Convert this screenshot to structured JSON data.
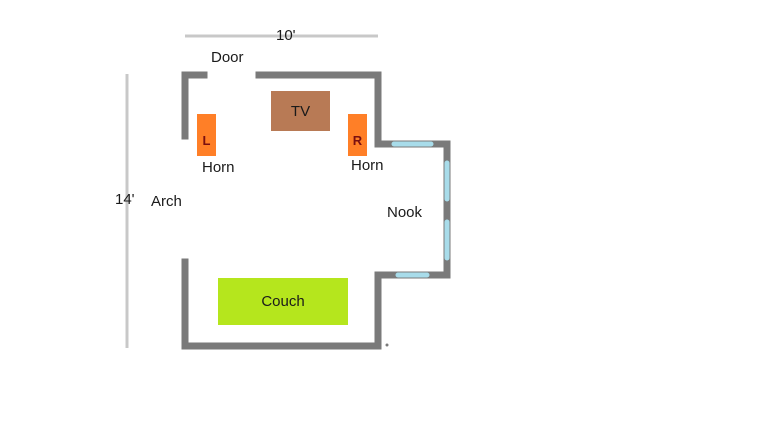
{
  "plan": {
    "width_dim": "10'",
    "length_dim": "14'",
    "door_label": "Door",
    "arch_label": "Arch",
    "nook_label": "Nook",
    "tv_label": "TV",
    "couch_label": "Couch",
    "left_speaker": {
      "letter": "L",
      "label": "Horn"
    },
    "right_speaker": {
      "letter": "R",
      "label": "Horn"
    }
  },
  "colors": {
    "wall": "#7a7a7a",
    "dimension_line": "#c8c8c8",
    "window": "#a8dcea",
    "tv": "#b87a55",
    "speaker": "#ff7f27",
    "couch": "#b5e61d"
  }
}
